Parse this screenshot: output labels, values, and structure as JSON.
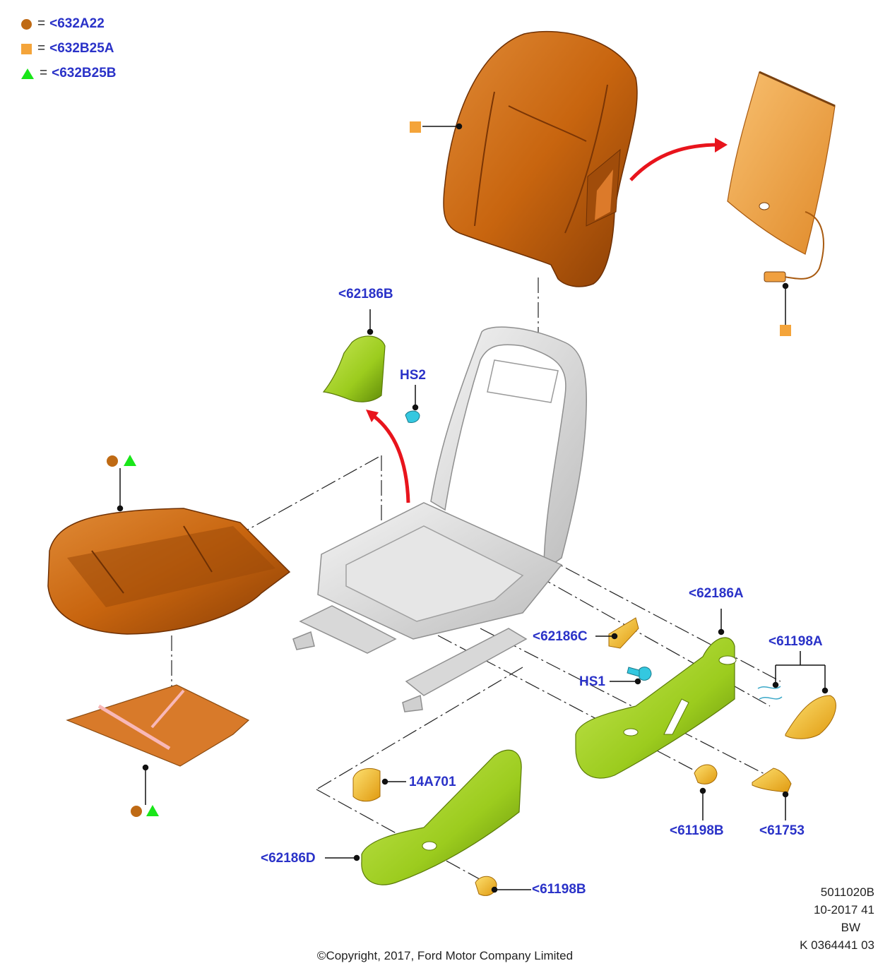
{
  "legend": [
    {
      "symbol": "circle-icon",
      "color": "#bf6a14",
      "eq": "=",
      "code": "<632A22"
    },
    {
      "symbol": "square-icon",
      "color": "#f4a43a",
      "eq": "=",
      "code": "<632B25A"
    },
    {
      "symbol": "triangle-icon",
      "color": "#19e619",
      "eq": "=",
      "code": "<632B25B"
    }
  ],
  "callouts": {
    "p62186B": "<62186B",
    "hs2": "HS2",
    "p62186A": "<62186A",
    "p62186C": "<62186C",
    "p61198A": "<61198A",
    "hs1": "HS1",
    "p14A701": "14A701",
    "p61198B_right": "<61198B",
    "p61753": "<61753",
    "p62186D": "<62186D",
    "p61198B_bottom": "<61198B"
  },
  "drawing_info": {
    "ref": "5011020B",
    "date": "10-2017 41",
    "code": "BW",
    "part": "K 0364441 03"
  },
  "copyright": "©Copyright, 2017, Ford Motor Company Limited",
  "colors": {
    "callout_text": "#2a32c8",
    "foam_orange": "#c8650f",
    "heater_orange": "#f0a040",
    "trim_green": "#9ccc1e",
    "knob_yellow": "#f6b520",
    "screw_cyan": "#34c8e0",
    "arrow_red": "#e8141c",
    "frame_gray": "#dcdcdc"
  }
}
